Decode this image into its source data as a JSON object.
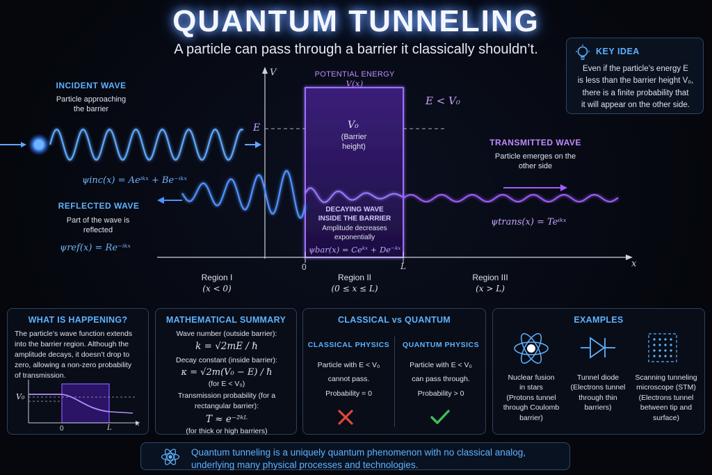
{
  "title": "QUANTUM TUNNELING",
  "subtitle": "A particle can pass through a barrier it classically shouldn’t.",
  "key_idea": {
    "heading": "KEY IDEA",
    "line1": "Even if the particle’s energy E",
    "line2": "is less than the barrier height V₀,",
    "line3": "there is a finite probability that",
    "line4": "it will appear on the other side."
  },
  "diagram": {
    "axis_v": "V",
    "axis_x": "x",
    "axis_e": "E",
    "potential_label": "POTENTIAL ENERGY",
    "potential_math": "V(x)",
    "e_less_v0": "E < V₀",
    "v0": "V₀",
    "barrier_line1": "(Barrier",
    "barrier_line2": "height)",
    "tick_0": "0",
    "tick_L": "L",
    "incident": {
      "heading": "INCIDENT WAVE",
      "line1": "Particle approaching",
      "line2": "the barrier",
      "math": "ψinc(x) = Aeⁱᵏˣ + Be⁻ⁱᵏˣ"
    },
    "reflected": {
      "heading": "REFLECTED WAVE",
      "line1": "Part of the wave is",
      "line2": "reflected",
      "math": "ψref(x) = Re⁻ⁱᵏˣ"
    },
    "transmitted": {
      "heading": "TRANSMITTED WAVE",
      "line1": "Particle emerges on the",
      "line2": "other side",
      "math": "ψtrans(x) = Teⁱᵏˣ"
    },
    "decaying": {
      "heading1": "DECAYING WAVE",
      "heading2": "INSIDE THE BARRIER",
      "line1": "Amplitude decreases",
      "line2": "exponentially",
      "math": "ψbar(x) = Ceᵏˣ + De⁻ᵏˣ"
    },
    "regions": [
      {
        "name": "Region I",
        "range": "(x < 0)"
      },
      {
        "name": "Region II",
        "range": "(0 ≤ x ≤ L)"
      },
      {
        "name": "Region III",
        "range": "(x > L)"
      }
    ]
  },
  "panels": {
    "what": {
      "title": "WHAT IS HAPPENING?",
      "lines": [
        "The particle’s wave function extends",
        "into the barrier region. Although the",
        "amplitude decays, it doesn’t drop to",
        "zero, allowing a non-zero probability",
        "of transmission."
      ],
      "v0": "V₀",
      "tick_0": "0",
      "tick_L": "L",
      "axis_x": "x"
    },
    "math": {
      "title": "MATHEMATICAL SUMMARY",
      "wave_number_label": "Wave number (outside barrier):",
      "wave_number": "k = √2mE / ℏ",
      "decay_label": "Decay constant (inside barrier):",
      "decay": "κ = √2m(V₀ − E) / ℏ",
      "decay_note": "(for E < V₀)",
      "trans_label1": "Transmission probability (for a",
      "trans_label2": "rectangular barrier):",
      "trans": "T ≈ e⁻²ᵏᴸ",
      "trans_note": "(for thick or high barriers)"
    },
    "classical": {
      "title": "CLASSICAL vs QUANTUM",
      "left_heading": "CLASSICAL PHYSICS",
      "left_line1": "Particle with E < V₀",
      "left_line2": "cannot pass.",
      "left_line3": "Probability = 0",
      "right_heading": "QUANTUM PHYSICS",
      "right_line1": "Particle with E < V₀",
      "right_line2": "can pass through.",
      "right_line3": "Probability > 0"
    },
    "examples": {
      "title": "EXAMPLES",
      "items": [
        {
          "lines": [
            "Nuclear fusion",
            "in stars",
            "(Protons tunnel",
            "through Coulomb",
            "barrier)"
          ]
        },
        {
          "lines": [
            "Tunnel diode",
            "(Electrons tunnel",
            "through thin",
            "barriers)"
          ]
        },
        {
          "lines": [
            "Scanning tunneling",
            "microscope (STM)",
            "(Electrons tunnel",
            "between tip and",
            "surface)"
          ]
        }
      ]
    }
  },
  "footer": {
    "line1": "Quantum tunneling is a uniquely quantum phenomenon with no classical analog,",
    "line2": "underlying many physical processes and technologies."
  },
  "colors": {
    "blue": "#5fb2ff",
    "purple": "#9a5cff",
    "green": "#3fbf5a",
    "red": "#e0483a"
  }
}
